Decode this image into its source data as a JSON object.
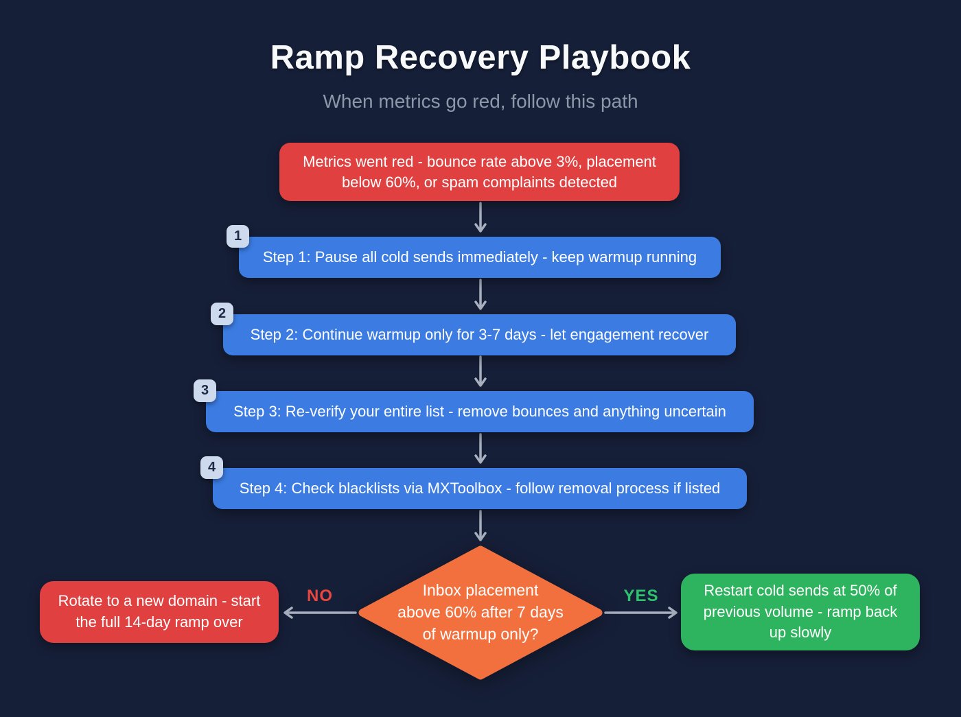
{
  "page": {
    "title": "Ramp Recovery Playbook",
    "subtitle": "When metrics go red, follow this path"
  },
  "flow": {
    "start": {
      "text": "Metrics went red - bounce rate above 3%, placement\nbelow 60%, or spam complaints detected"
    },
    "steps": [
      {
        "number": "1",
        "text": "Step 1: Pause all cold sends immediately - keep warmup running"
      },
      {
        "number": "2",
        "text": "Step 2: Continue warmup only for 3-7 days - let engagement recover"
      },
      {
        "number": "3",
        "text": "Step 3: Re-verify your entire list - remove bounces and anything uncertain"
      },
      {
        "number": "4",
        "text": "Step 4: Check blacklists via MXToolbox - follow removal process if listed"
      }
    ],
    "decision": {
      "text": "Inbox placement\nabove 60% after 7 days\nof warmup only?"
    },
    "no_branch": {
      "label": "NO",
      "text": "Rotate to a new domain - start\nthe full 14-day ramp over"
    },
    "yes_branch": {
      "label": "YES",
      "text": "Restart cold sends at 50% of\nprevious volume - ramp back\nup slowly"
    }
  },
  "colors": {
    "background": "#161f38",
    "alert_red": "#e04140",
    "step_blue": "#3c7ce2",
    "decision_orange": "#f2703e",
    "success_green": "#2eb35f",
    "badge_bg": "#cdd9ec",
    "badge_text": "#1c2a46",
    "arrow_gray": "#a8b1bf",
    "no_label": "#e8463f",
    "yes_label": "#2ec46d",
    "subtitle_gray": "#8c97a8",
    "title_white": "#f7f9fb"
  }
}
